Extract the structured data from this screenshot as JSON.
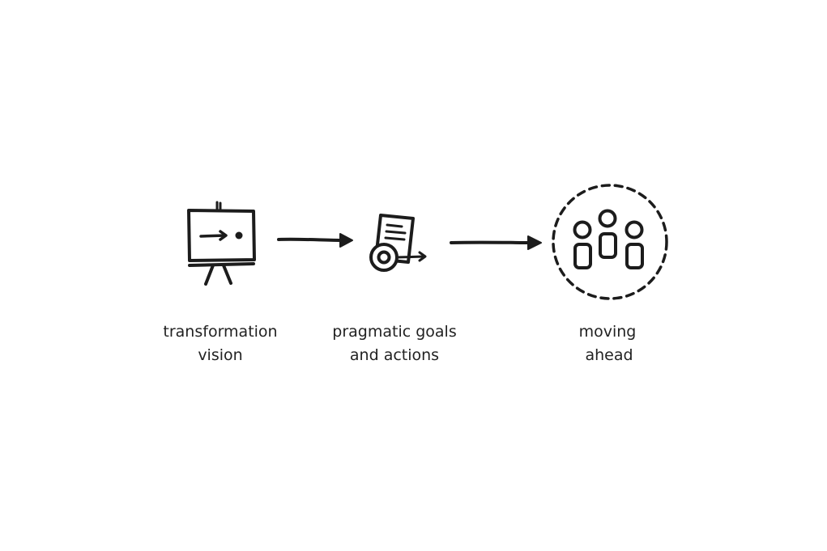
{
  "steps": [
    {
      "icon": "easel-presentation-icon",
      "label_line1": "transformation",
      "label_line2": "vision"
    },
    {
      "icon": "document-target-icon",
      "label_line1": "pragmatic goals",
      "label_line2": "and actions"
    },
    {
      "icon": "team-circle-icon",
      "label_line1": "moving",
      "label_line2": "ahead"
    }
  ],
  "colors": {
    "ink": "#1c1c1c",
    "text": "#222222",
    "background": "#ffffff"
  }
}
